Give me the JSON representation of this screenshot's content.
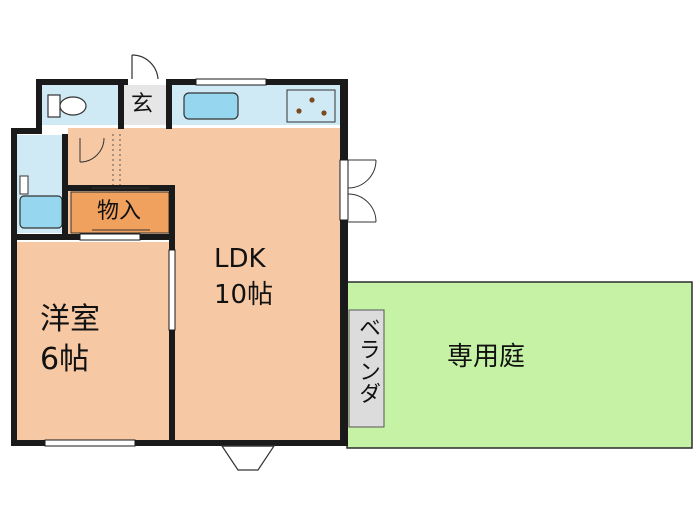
{
  "rooms": {
    "genkan": {
      "label": "玄"
    },
    "storage": {
      "label": "物入"
    },
    "ldk": {
      "name": "LDK",
      "size": "10帖"
    },
    "western": {
      "name": "洋室",
      "size": "6帖"
    },
    "balcony": {
      "label": "ベランダ"
    },
    "garden": {
      "label": "専用庭"
    }
  },
  "colors": {
    "floor": "#f6c9a4",
    "storage": "#f0a15e",
    "wetarea": "#cfe9f5",
    "fixture": "#96d6ee",
    "garden": "#c6f2a6",
    "balcony": "#dcdcdc",
    "wall": "#1a1a1a"
  }
}
